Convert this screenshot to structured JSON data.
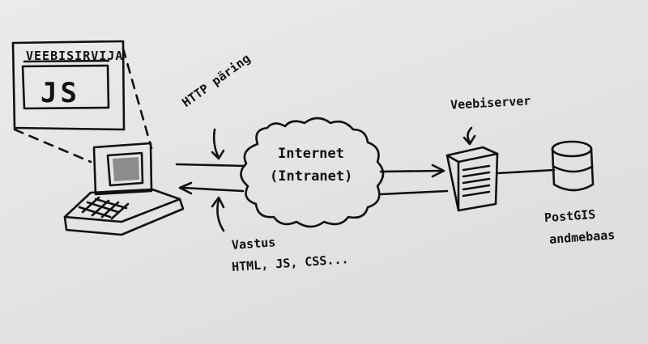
{
  "browser": {
    "title": "VEEBISIRVIJA",
    "script_label": "JS"
  },
  "request": {
    "label": "HTTP päring"
  },
  "network": {
    "line1": "Internet",
    "line2": "(Intranet)"
  },
  "server": {
    "label": "Veebiserver"
  },
  "response": {
    "title": "Vastus",
    "detail": "HTML, JS, CSS..."
  },
  "database": {
    "line1": "PostGIS",
    "line2": "andmebaas"
  },
  "colors": {
    "ink": "#111111",
    "paper": "#e6e6e4"
  },
  "icons": [
    "laptop-icon",
    "cloud-icon",
    "server-icon",
    "database-icon"
  ]
}
